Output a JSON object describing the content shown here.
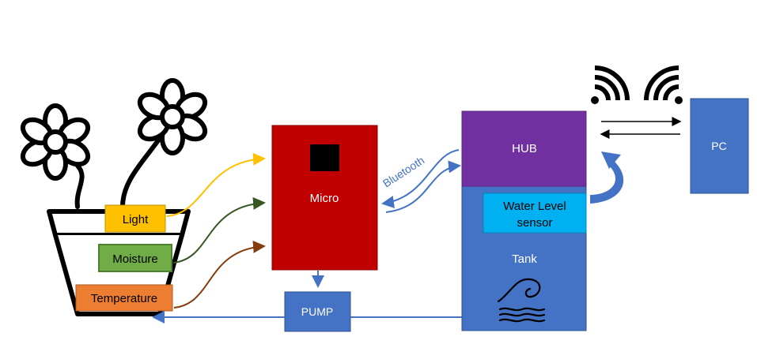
{
  "sensors": {
    "light": "Light",
    "moisture": "Moisture",
    "temperature": "Temperature"
  },
  "micro": {
    "label": "Micro"
  },
  "pump": {
    "label": "PUMP"
  },
  "link": {
    "label": "Bluetooth"
  },
  "hub": {
    "label": "HUB"
  },
  "water_level": {
    "line1": "Water Level",
    "line2": "sensor"
  },
  "tank": {
    "label": "Tank"
  },
  "pc": {
    "label": "PC"
  },
  "colors": {
    "light": "#ffc000",
    "moisture": "#70ad47",
    "temperature": "#ed7d31",
    "micro": "#c00000",
    "blue": "#4472c4",
    "hub": "#7030a0",
    "water_level": "#00b0f0",
    "moisture_arrow": "#375623",
    "temperature_arrow": "#843c0c"
  }
}
